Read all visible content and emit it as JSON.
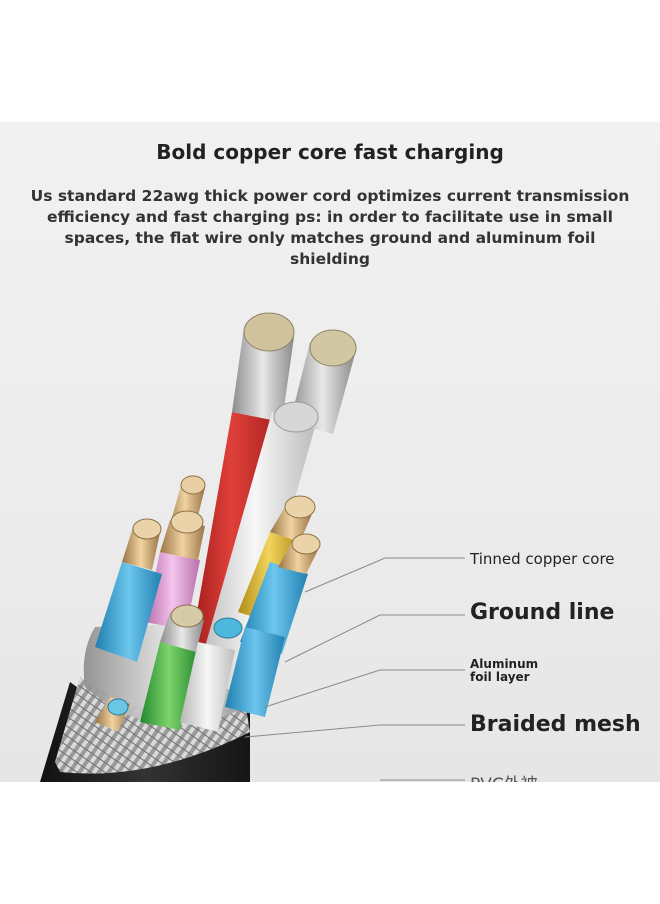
{
  "heading": "Bold copper core fast charging",
  "description": "Us standard 22awg thick power cord optimizes current transmission efficiency and fast charging ps: in order to facilitate use in small spaces, the flat wire only matches ground and aluminum foil shielding",
  "labels": {
    "tinned_copper_core": "Tinned copper core",
    "ground_line": "Ground line",
    "aluminum_foil_layer": "Aluminum foil layer",
    "braided_mesh": "Braided mesh",
    "pvc_jacket": "PVC外被"
  },
  "colors": {
    "red_wire": "#d9302c",
    "white_wire": "#e2e2e2",
    "blue_wire": "#3fa9d6",
    "green_wire": "#46b348",
    "pink_wire": "#e39ad8",
    "yellow_wire": "#e9c33a",
    "copper": "#d7b27b",
    "jacket": "#1e1e1e"
  }
}
